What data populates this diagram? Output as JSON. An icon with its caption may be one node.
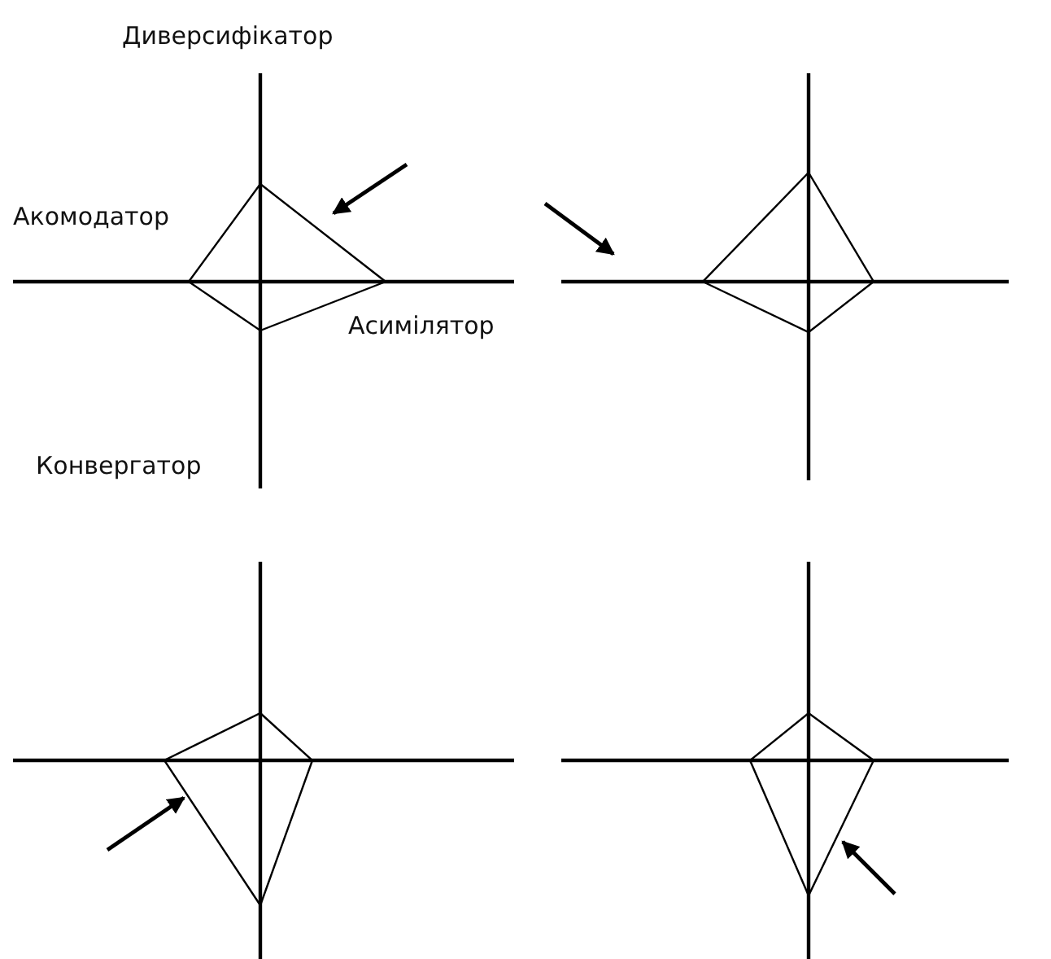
{
  "diagram": {
    "labels": [
      "Диверсифікатор",
      "Акомодатор",
      "Асимілятор",
      "Конвергатор"
    ]
  }
}
